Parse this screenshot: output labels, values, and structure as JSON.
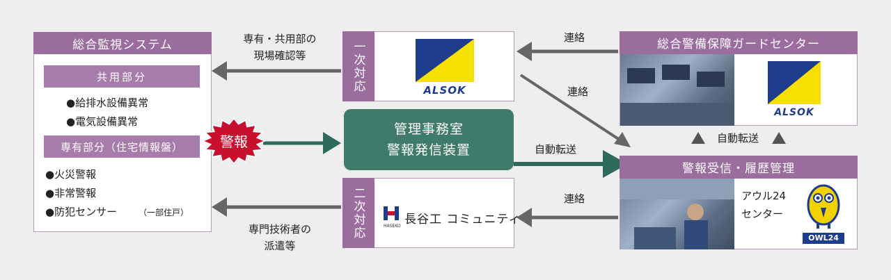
{
  "monitoring_system": {
    "title": "総合監視システム",
    "common_section": "共用部分",
    "common_items": [
      "●給排水設備異常",
      "●電気設備異常"
    ],
    "private_section": "専有部分（住宅情報盤）",
    "private_items": [
      "●火災警報",
      "●非常警報",
      "●防犯センサー"
    ],
    "private_note": "（一部住戸）"
  },
  "alarm_badge": "警報",
  "management_office": {
    "line1": "管理事務室",
    "line2": "警報発信装置"
  },
  "first_response": {
    "label": "一次対応",
    "logo_text": "ALSOK"
  },
  "second_response": {
    "label": "二次対応",
    "logo_sub": "HASEKO",
    "logo_text": "長谷工 コミュニティ"
  },
  "guard_center": {
    "title": "総合警備保障ガードセンター",
    "logo_text": "ALSOK"
  },
  "alarm_history": {
    "title": "警報受信・履歴管理",
    "center_line1": "アウル24",
    "center_line2": "センター",
    "logo_text": "OWL24"
  },
  "labels": {
    "onsite_check_line1": "専有・共用部の",
    "onsite_check_line2": "現場確認等",
    "dispatch_line1": "専門技術者の",
    "dispatch_line2": "派遣等",
    "contact_top": "連絡",
    "contact_diag": "連絡",
    "contact_bottom": "連絡",
    "auto_transfer": "自動転送",
    "auto_transfer_up": "自動転送"
  },
  "colors": {
    "purple": "#9b6d9e",
    "green": "#3f7b6a",
    "alarm_red": "#c8102e",
    "alsok_blue": "#1e3c8c",
    "alsok_yellow": "#f5e000"
  }
}
